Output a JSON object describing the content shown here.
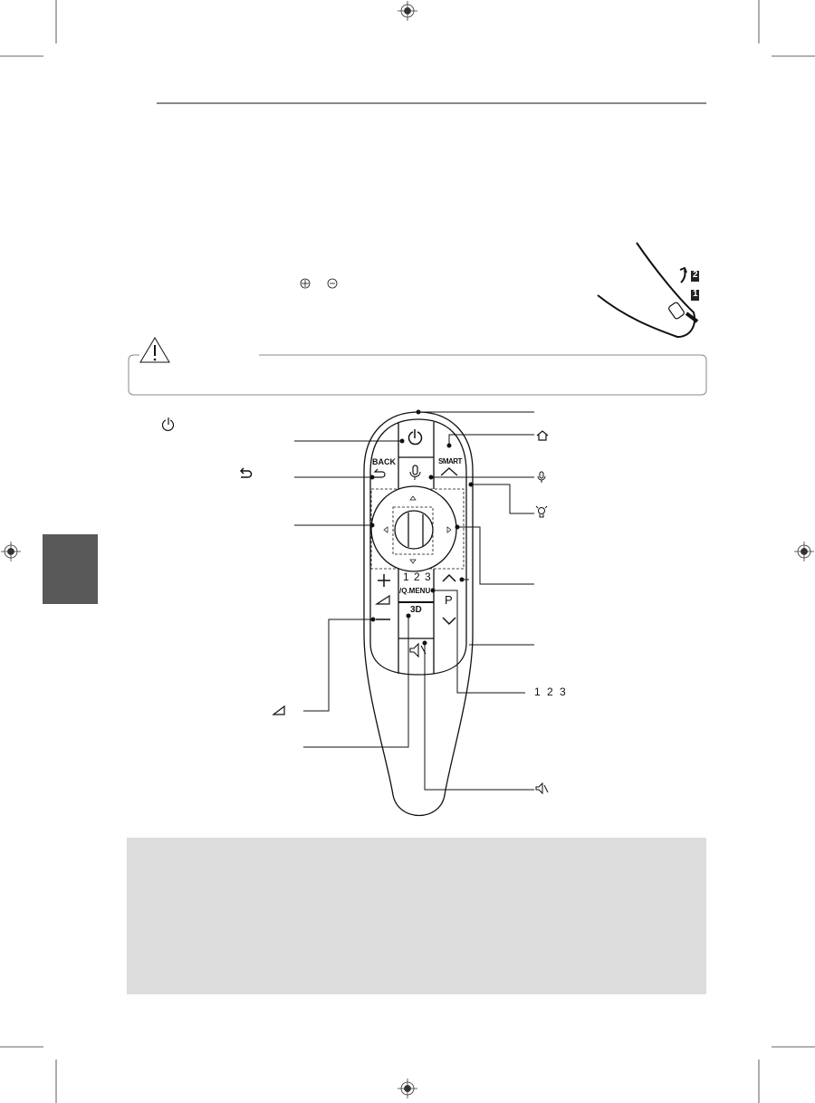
{
  "remote": {
    "back_label": "BACK",
    "smart_label": "SMART",
    "numbers_label": "1 2 3",
    "qmenu_label": "/Q.MENU",
    "program_label": "P",
    "threed_label": "3D"
  },
  "battery_figure": {
    "step1": "1",
    "step2": "2"
  },
  "callouts": {
    "numbers_label": "1 2 3"
  },
  "icons": [
    "power-icon",
    "back-icon",
    "home-icon",
    "mic-icon",
    "bulb-icon",
    "volume-icon",
    "mute-icon",
    "plus-circle-icon",
    "minus-circle-icon",
    "caution-icon"
  ],
  "colors": {
    "tab": "#595959",
    "note_box": "#dcdcdc"
  }
}
